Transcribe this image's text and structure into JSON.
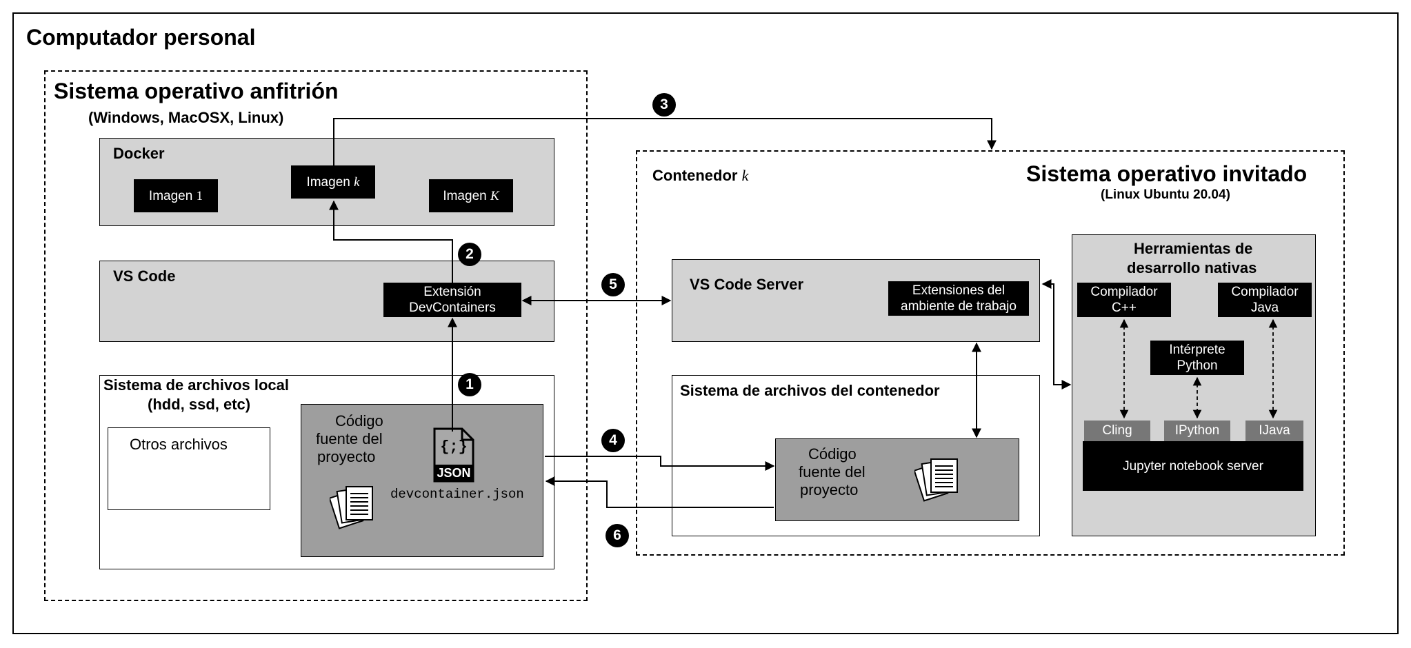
{
  "title": "Computador personal",
  "host": {
    "title": "Sistema operativo anfitrión",
    "subtitle": "(Windows, MacOSX, Linux)",
    "docker": {
      "label": "Docker",
      "image1_prefix": "Imagen",
      "image1_var": "1",
      "imagek_prefix": "Imagen",
      "imagek_var": "k",
      "imageK_prefix": "Imagen",
      "imageK_var": "K"
    },
    "vscode": {
      "label": "VS Code",
      "extension_line1": "Extensión",
      "extension_line2": "DevContainers"
    },
    "filesystem": {
      "label_line1": "Sistema de archivos local",
      "label_line2": "(hdd, ssd, etc)",
      "other_files": "Otros archivos",
      "source_line1": "Código",
      "source_line2": "fuente del",
      "source_line3": "proyecto",
      "json_icon_braces": "{;}",
      "json_icon_text": "JSON",
      "json_file": "devcontainer.json"
    }
  },
  "guest": {
    "container_prefix": "Contenedor",
    "container_var": "k",
    "title": "Sistema operativo invitado",
    "subtitle": "(Linux Ubuntu 20.04)",
    "vscode_server": {
      "label": "VS Code Server",
      "ext_line1": "Extensiones del",
      "ext_line2": "ambiente de trabajo"
    },
    "filesystem": {
      "label": "Sistema de archivos del contenedor",
      "source_line1": "Código",
      "source_line2": "fuente del",
      "source_line3": "proyecto"
    },
    "tools": {
      "title_line1": "Herramientas de",
      "title_line2": "desarrollo nativas",
      "cpp_line1": "Compilador",
      "cpp_line2": "C++",
      "java_line1": "Compilador",
      "java_line2": "Java",
      "python_line1": "Intérprete",
      "python_line2": "Python",
      "cling": "Cling",
      "ipython": "IPython",
      "ijava": "IJava",
      "jupyter": "Jupyter notebook server"
    }
  },
  "steps": [
    "1",
    "2",
    "3",
    "4",
    "5",
    "6"
  ]
}
